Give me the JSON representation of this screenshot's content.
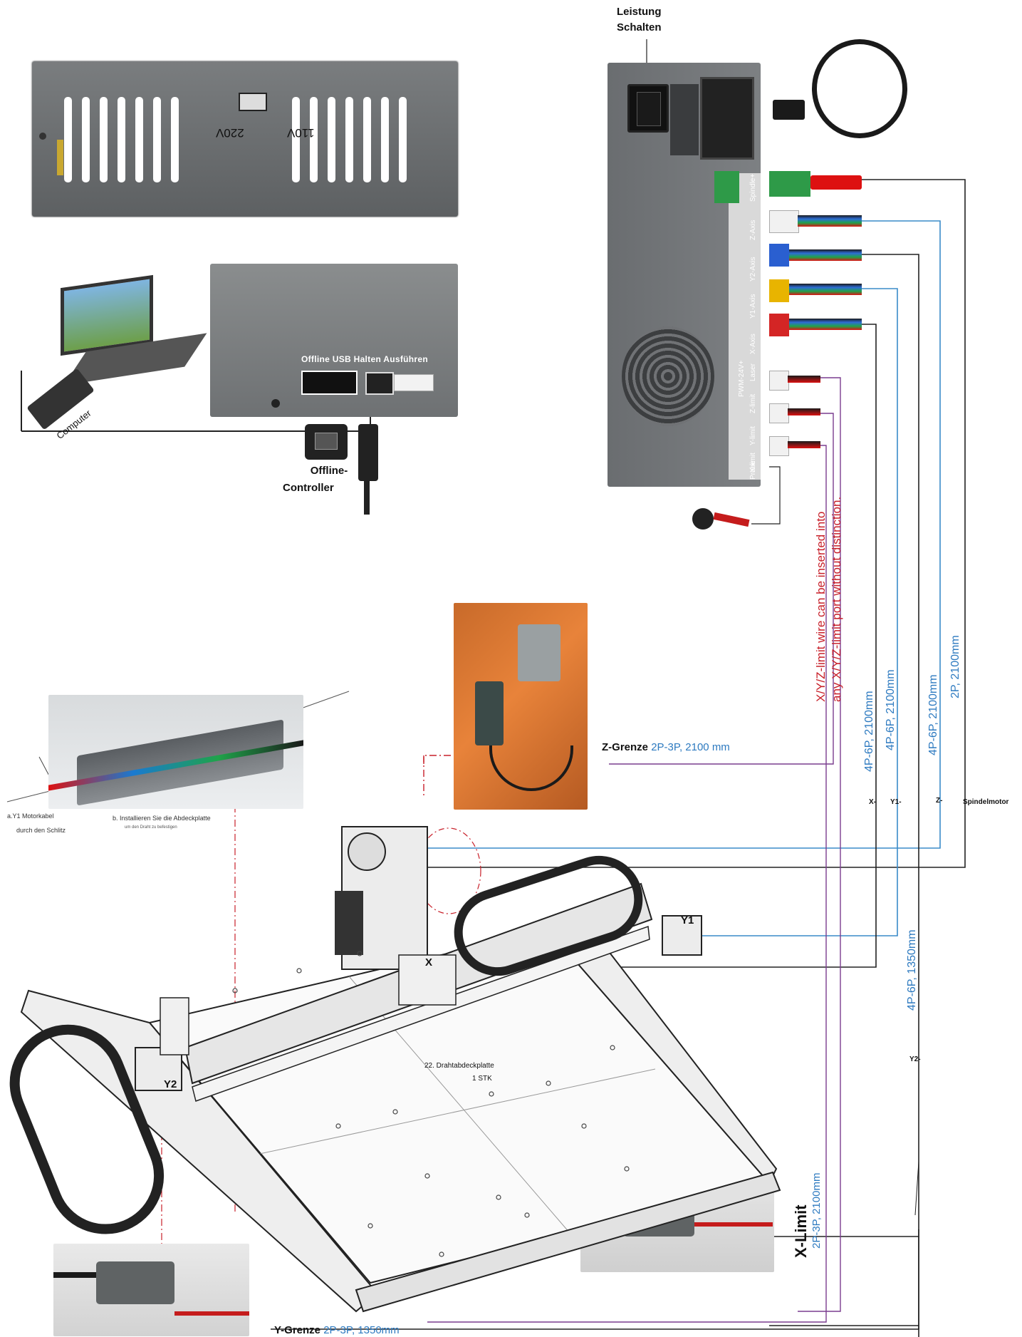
{
  "power": {
    "label_line1": "Leistung",
    "label_line2": "Schalten",
    "voltage_110": "110V",
    "voltage_220": "220V"
  },
  "controller": {
    "buttons_label": "Offline USB Halten Ausführen",
    "offline_line1": "Offline-",
    "offline_line2": "Controller",
    "computer": "Computer"
  },
  "ports": [
    "Spindle+",
    "Z-Axis",
    "Y2-Axis",
    "Y1-Axis",
    "X-Axis",
    "PWM-24V+",
    "Laser",
    "Z-limit",
    "Y-limit",
    "X-limit",
    "Probe"
  ],
  "notes": {
    "limit_note_line1": "X/Y/Z-limit wire can be inserted into",
    "limit_note_line2": "any X/Y/Z-limit port without distinction."
  },
  "cables": {
    "x_axis": "4P-6P, 2100mm",
    "y1_axis": "4P-6P, 2100mm",
    "z_axis": "4P-6P, 2100mm",
    "spindle": "2P, 2100mm",
    "y2_axis": "4P-6P, 1350mm"
  },
  "tags": {
    "x_minus": "X-",
    "y1_minus": "Y1-",
    "z_minus": "Z-",
    "y2_minus": "Y2-",
    "spindelmotor": "Spindelmotor",
    "y1": "Y1",
    "y2": "Y2",
    "x": "X"
  },
  "limits": {
    "z_name": "Z-Grenze",
    "z_spec": "2P-3P,  2100  mm",
    "x_name": "X-Limit",
    "x_spec": "2P-3P, 2100mm",
    "y_name": "Y-Grenze",
    "y_spec": "2P-3P,  1350mm"
  },
  "instructions": {
    "a_line1": "a.Y1 Motorkabel",
    "a_line2": "durch den Schlitz",
    "b_line1": "b. Installieren Sie die Abdeckplatte",
    "b_line2": "um den Draht zu befestigen",
    "plate_line1": "22. Drahtabdeckplatte",
    "plate_line2": "1 STK"
  },
  "colors": {
    "wire_black": "#222222",
    "wire_blue": "#3a8bc9",
    "wire_purple": "#7a3d8f",
    "dash_red": "#c8202a",
    "panel_gray": "#6d7072",
    "label_blue": "#2d7ac0",
    "note_red": "#c8202a"
  }
}
